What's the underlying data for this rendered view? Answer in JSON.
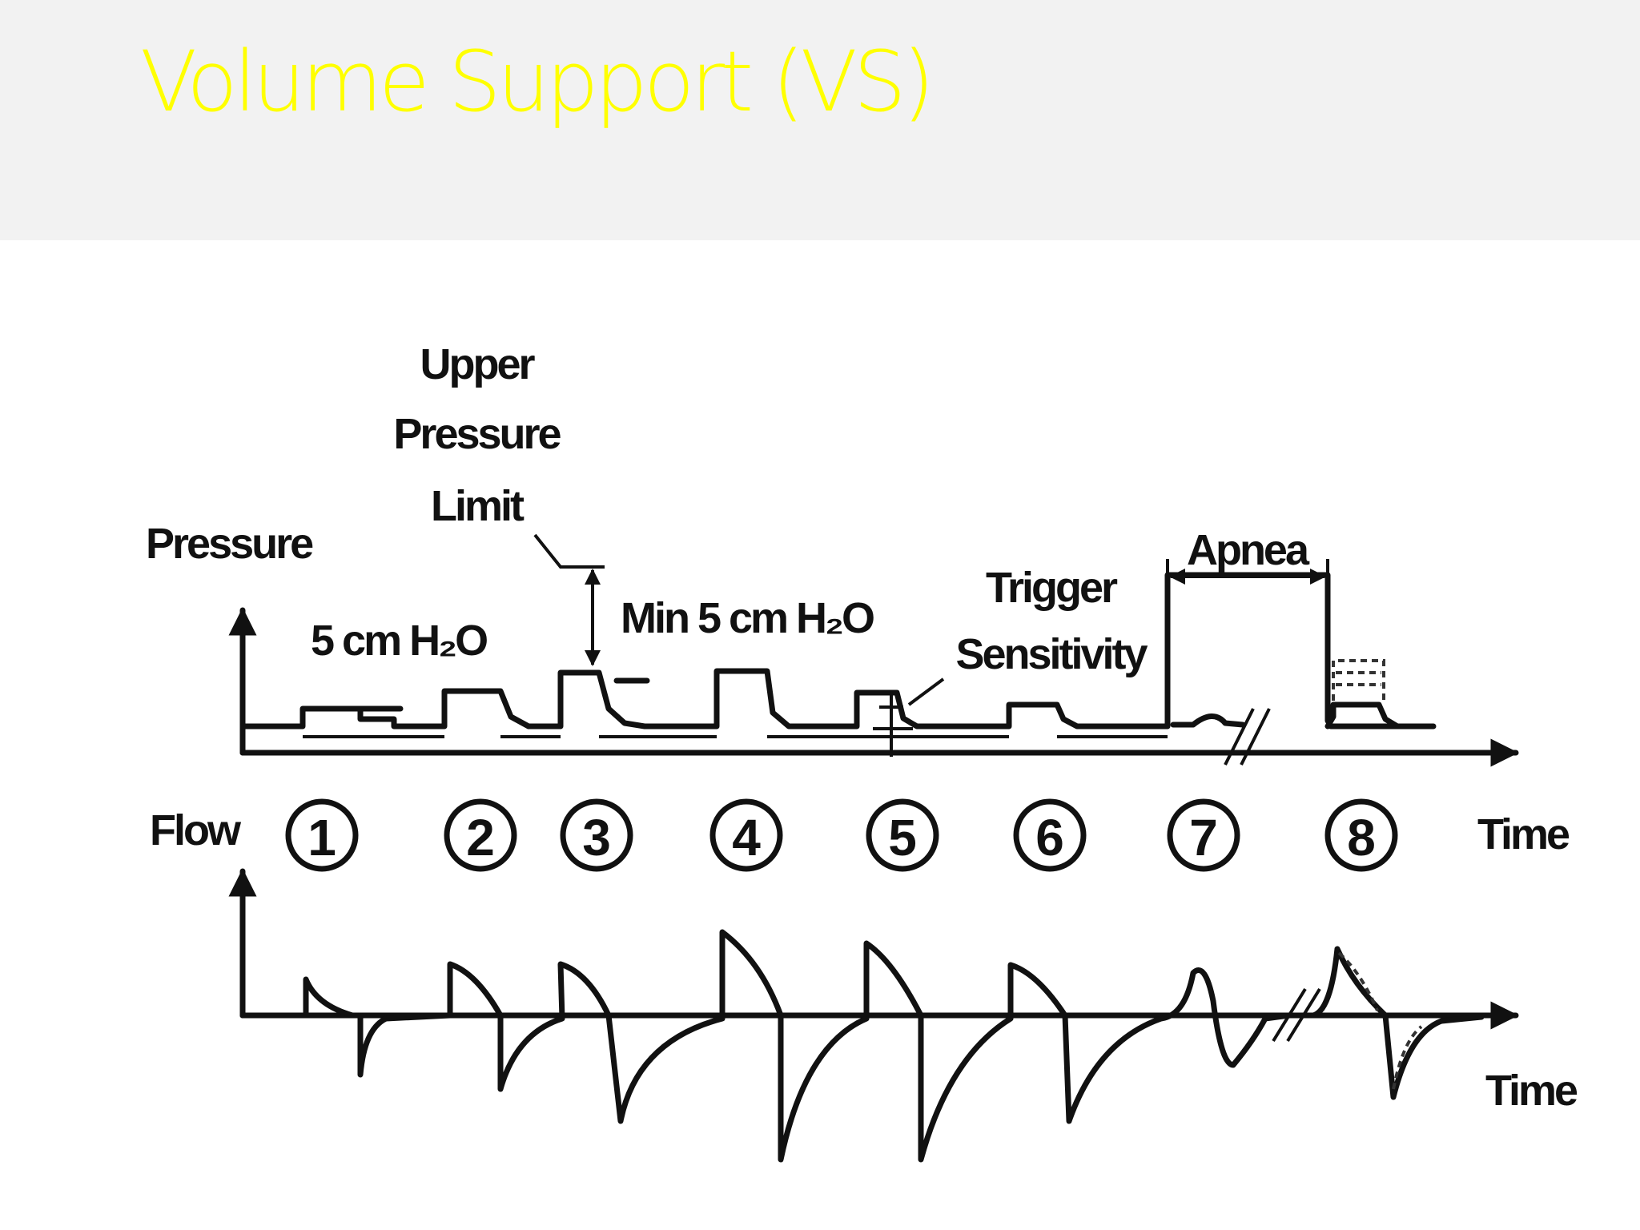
{
  "slide": {
    "title": "Volume Support (VS)",
    "title_color": "#ffff00",
    "header_bg": "#f2f2f2"
  },
  "diagram": {
    "pressure_axis_label": "Pressure",
    "flow_axis_label": "Flow",
    "time_label_pressure": "Time",
    "time_label_flow": "Time",
    "upper_limit_label": [
      "Upper",
      "Pressure",
      "Limit"
    ],
    "five_cm_label": "5 cm H₂O",
    "min_five_cm_label": "Min 5 cm H₂O",
    "trigger_label": [
      "Trigger",
      "Sensitivity"
    ],
    "apnea_label": "Apnea",
    "breath_numbers": [
      "1",
      "2",
      "3",
      "4",
      "5",
      "6",
      "7",
      "8"
    ]
  }
}
